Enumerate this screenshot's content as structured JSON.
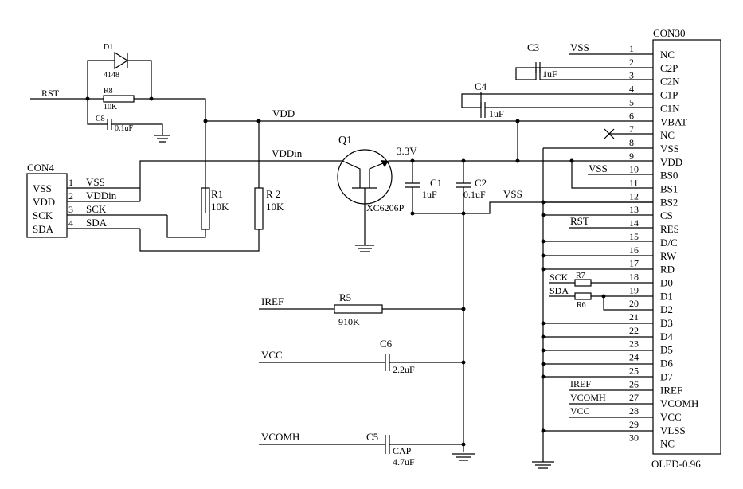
{
  "oled": {
    "ref": "CON30",
    "model": "OLED-0.96",
    "pins": [
      {
        "num": "1",
        "name": "NC"
      },
      {
        "num": "2",
        "name": "C2P"
      },
      {
        "num": "3",
        "name": "C2N"
      },
      {
        "num": "4",
        "name": "C1P"
      },
      {
        "num": "5",
        "name": "C1N"
      },
      {
        "num": "6",
        "name": "VBAT"
      },
      {
        "num": "7",
        "name": "NC"
      },
      {
        "num": "8",
        "name": "VSS"
      },
      {
        "num": "9",
        "name": "VDD"
      },
      {
        "num": "10",
        "name": "BS0"
      },
      {
        "num": "11",
        "name": "BS1"
      },
      {
        "num": "12",
        "name": "BS2"
      },
      {
        "num": "13",
        "name": "CS"
      },
      {
        "num": "14",
        "name": "RES"
      },
      {
        "num": "15",
        "name": "D/C"
      },
      {
        "num": "16",
        "name": "RW"
      },
      {
        "num": "17",
        "name": "RD"
      },
      {
        "num": "18",
        "name": "D0"
      },
      {
        "num": "19",
        "name": "D1"
      },
      {
        "num": "20",
        "name": "D2"
      },
      {
        "num": "21",
        "name": "D3"
      },
      {
        "num": "22",
        "name": "D4"
      },
      {
        "num": "23",
        "name": "D5"
      },
      {
        "num": "24",
        "name": "D6"
      },
      {
        "num": "25",
        "name": "D7"
      },
      {
        "num": "26",
        "name": "IREF"
      },
      {
        "num": "27",
        "name": "VCOMH"
      },
      {
        "num": "28",
        "name": "VCC"
      },
      {
        "num": "29",
        "name": "VLSS"
      },
      {
        "num": "30",
        "name": "NC"
      }
    ]
  },
  "pin_nets": {
    "p1": "VSS",
    "p10": "VSS",
    "p14": "RST",
    "p18": "SCK",
    "p19": "SDA",
    "p26": "IREF",
    "p27": "VCOMH",
    "p28": "VCC"
  },
  "con4": {
    "ref": "CON4",
    "box_labels": [
      "VSS",
      "VDD",
      "SCK",
      "SDA"
    ],
    "pins": [
      {
        "num": "1",
        "net": "VSS"
      },
      {
        "num": "2",
        "net": "VDDin"
      },
      {
        "num": "3",
        "net": "SCK"
      },
      {
        "num": "4",
        "net": "SDA"
      }
    ]
  },
  "parts": {
    "d1": {
      "ref": "D1",
      "value": "4148"
    },
    "r8": {
      "ref": "R8",
      "value": "10K"
    },
    "c8": {
      "ref": "C8",
      "value": "0.1uF"
    },
    "c3": {
      "ref": "C3",
      "value": "1uF"
    },
    "c4": {
      "ref": "C4",
      "value": "1uF"
    },
    "q1": {
      "ref": "Q1",
      "value": "XC6206P",
      "out": "3.3V"
    },
    "c1": {
      "ref": "C1",
      "value": "1uF"
    },
    "c2": {
      "ref": "C2",
      "value": "0.1uF"
    },
    "r1": {
      "ref": "R1",
      "value": "10K"
    },
    "r2": {
      "ref": "R 2",
      "value": "10K"
    },
    "r5": {
      "ref": "R5",
      "value": "910K"
    },
    "c6": {
      "ref": "C6",
      "value": "2.2uF"
    },
    "c5": {
      "ref": "C5",
      "value": "CAP",
      "value2": "4.7uF"
    },
    "r7": {
      "ref": "R7"
    },
    "r6": {
      "ref": "R6"
    }
  },
  "nets": {
    "rst": "RST",
    "vdd": "VDD",
    "vddin": "VDDin",
    "vss": "VSS",
    "iref": "IREF",
    "vcc": "VCC",
    "vcomh": "VCOMH",
    "sck": "SCK",
    "sda": "SDA"
  }
}
